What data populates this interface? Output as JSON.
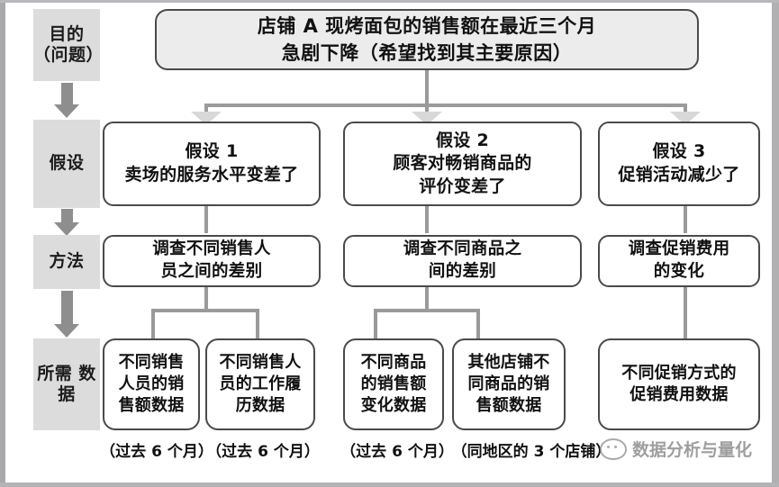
{
  "diagram": {
    "title_box": {
      "text": "店铺 A 现烤面包的销售额在最近三个月\n急剧下降（希望找到其主要原因）"
    },
    "stages": [
      {
        "id": "purpose",
        "label": "目的\n（问题）"
      },
      {
        "id": "hypothesis",
        "label": "假设"
      },
      {
        "id": "method",
        "label": "方法"
      },
      {
        "id": "data",
        "label": "所需\n数据"
      }
    ],
    "hypotheses": [
      {
        "id": "h1",
        "text": "假设 1\n卖场的服务水平变差了"
      },
      {
        "id": "h2",
        "text": "假设 2\n顾客对畅销商品的\n评价变差了"
      },
      {
        "id": "h3",
        "text": "假设 3\n促销活动减少了"
      }
    ],
    "methods": [
      {
        "id": "m1",
        "text": "调查不同销售人\n员之间的差别"
      },
      {
        "id": "m2",
        "text": "调查不同商品之\n间的差别"
      },
      {
        "id": "m3",
        "text": "调查促销费用\n的变化"
      }
    ],
    "data_boxes": [
      {
        "id": "d1",
        "text": "不同销售\n人员的销\n售额数据",
        "caption": "（过去 6 个月）"
      },
      {
        "id": "d2",
        "text": "不同销售人\n员的工作履\n历数据",
        "caption": "（过去 6 个月）"
      },
      {
        "id": "d3",
        "text": "不同商品\n的销售额\n变化数据",
        "caption": "（过去 6 个月）"
      },
      {
        "id": "d4",
        "text": "其他店铺不\n同商品的销\n售额数据",
        "caption": "（同地区的 3 个店铺）"
      },
      {
        "id": "d5",
        "text": "不同促销方式的\n促销费用数据",
        "caption": ""
      }
    ],
    "watermark": {
      "text": "数据分析与量化"
    },
    "colors": {
      "stage_fill": "#dcdcdc",
      "goal_fill": "#ececec",
      "node_border": "#4a4a4a",
      "connector": "#9a9a9a",
      "arrow_gray": "#8e8e8e",
      "arrowhead_light": "#d8d8d8",
      "frame": "#a9a9ac",
      "text": "#111111"
    }
  }
}
